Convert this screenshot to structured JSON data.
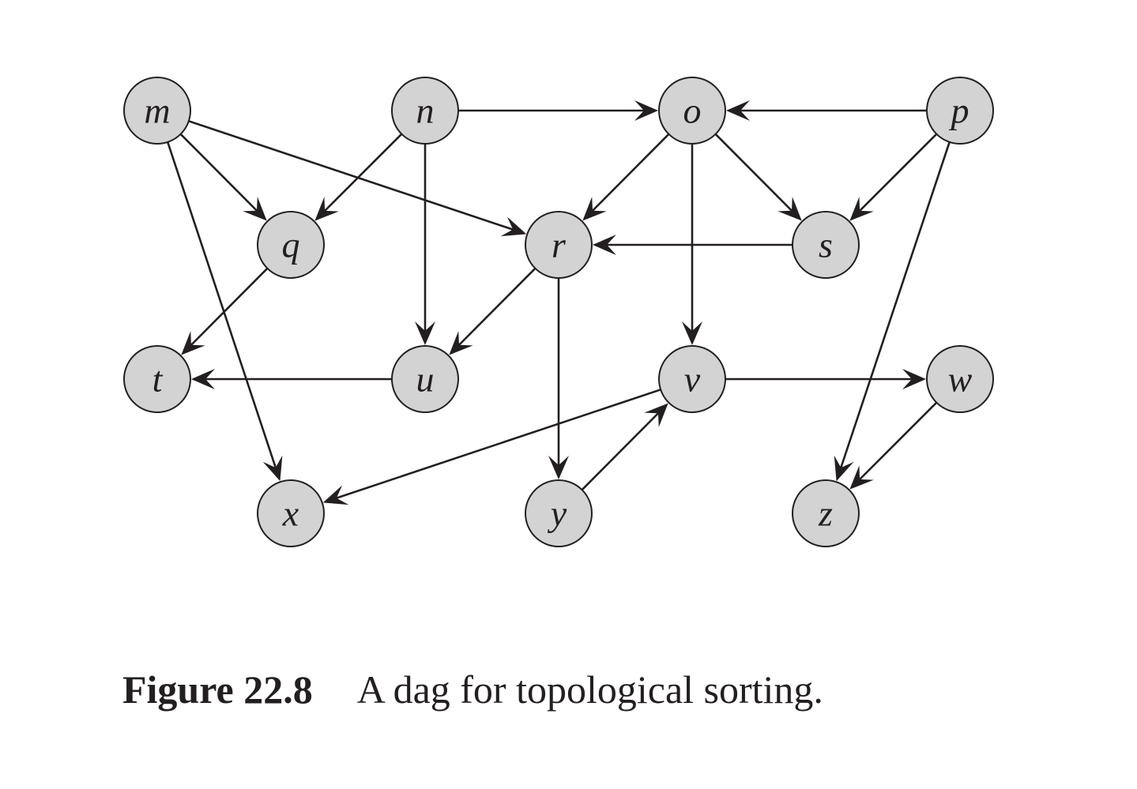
{
  "figure": {
    "label": "Figure 22.8",
    "caption": "A dag for topological sorting."
  },
  "graph": {
    "directed": true,
    "node_fill": "#d3d3d3",
    "stroke_color": "#231f20",
    "nodes": [
      {
        "id": "m",
        "label": "m"
      },
      {
        "id": "n",
        "label": "n"
      },
      {
        "id": "o",
        "label": "o"
      },
      {
        "id": "p",
        "label": "p"
      },
      {
        "id": "q",
        "label": "q"
      },
      {
        "id": "r",
        "label": "r"
      },
      {
        "id": "s",
        "label": "s"
      },
      {
        "id": "t",
        "label": "t"
      },
      {
        "id": "u",
        "label": "u"
      },
      {
        "id": "v",
        "label": "v"
      },
      {
        "id": "w",
        "label": "w"
      },
      {
        "id": "x",
        "label": "x"
      },
      {
        "id": "y",
        "label": "y"
      },
      {
        "id": "z",
        "label": "z"
      }
    ],
    "edges": [
      {
        "from": "m",
        "to": "q"
      },
      {
        "from": "m",
        "to": "r"
      },
      {
        "from": "m",
        "to": "x"
      },
      {
        "from": "n",
        "to": "o"
      },
      {
        "from": "n",
        "to": "q"
      },
      {
        "from": "n",
        "to": "u"
      },
      {
        "from": "o",
        "to": "r"
      },
      {
        "from": "o",
        "to": "s"
      },
      {
        "from": "o",
        "to": "v"
      },
      {
        "from": "p",
        "to": "o"
      },
      {
        "from": "p",
        "to": "s"
      },
      {
        "from": "p",
        "to": "z"
      },
      {
        "from": "q",
        "to": "t"
      },
      {
        "from": "r",
        "to": "u"
      },
      {
        "from": "r",
        "to": "y"
      },
      {
        "from": "s",
        "to": "r"
      },
      {
        "from": "u",
        "to": "t"
      },
      {
        "from": "v",
        "to": "w"
      },
      {
        "from": "v",
        "to": "x"
      },
      {
        "from": "w",
        "to": "z"
      },
      {
        "from": "y",
        "to": "v"
      }
    ]
  }
}
